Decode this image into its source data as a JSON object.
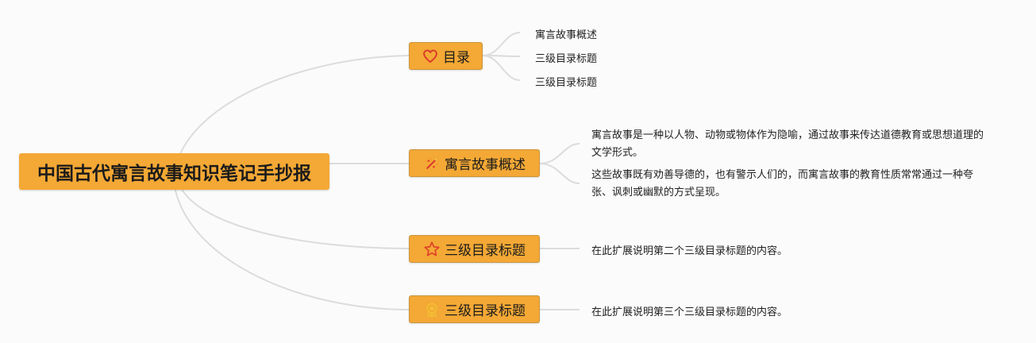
{
  "root": {
    "title": "中国古代寓言故事知识笔记手抄报"
  },
  "branches": [
    {
      "label": "目录",
      "icon": "heart-icon",
      "children": [
        "寓言故事概述",
        "三级目录标题",
        "三级目录标题"
      ]
    },
    {
      "label": "寓言故事概述",
      "icon": "sparkle-icon",
      "paragraphs": [
        "寓言故事是一种以人物、动物或物体作为隐喻，通过故事来传达道德教育或思想道理的文学形式。",
        "这些故事既有劝善导德的，也有警示人们的，而寓言故事的教育性质常常通过一种夸张、讽刺或幽默的方式呈现。"
      ]
    },
    {
      "label": "三级目录标题",
      "icon": "star-icon",
      "note": "在此扩展说明第二个三级目录标题的内容。"
    },
    {
      "label": "三级目录标题",
      "icon": "badge-icon",
      "note": "在此扩展说明第三个三级目录标题的内容。"
    }
  ],
  "colors": {
    "node_fill": "#f4a835",
    "connector": "#dcdcdc",
    "heart": "#d9342b",
    "star": "#e0442a",
    "badge": "#f2c035"
  }
}
